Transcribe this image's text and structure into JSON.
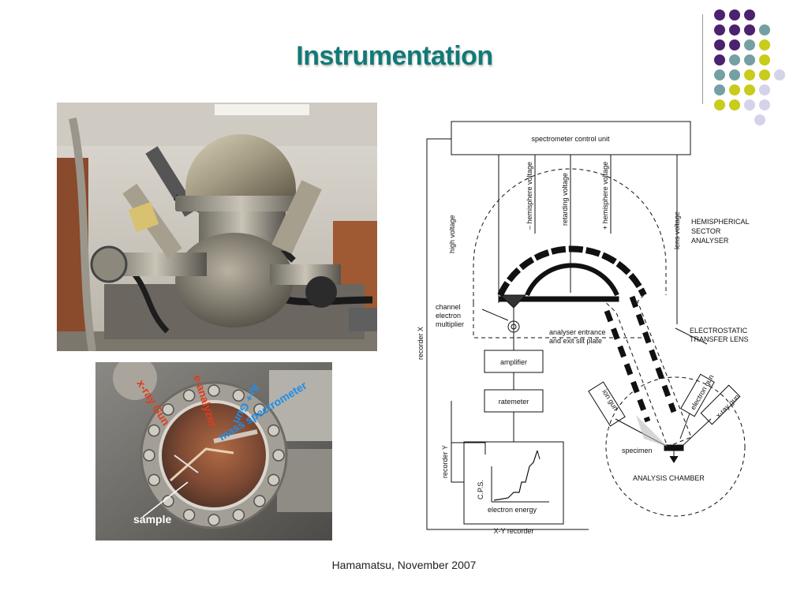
{
  "slide": {
    "title": "Instrumentation",
    "footer": "Hamamatsu, November 2007"
  },
  "decor": {
    "palette": {
      "purple": "#4b2170",
      "teal": "#74a0a3",
      "yellow": "#c8cc1a",
      "lavender": "#d4d3ea"
    },
    "dot_rows": [
      [
        "purple",
        "purple",
        "purple"
      ],
      [
        "purple",
        "purple",
        "purple",
        "teal"
      ],
      [
        "purple",
        "purple",
        "teal",
        "yellow"
      ],
      [
        "purple",
        "teal",
        "teal",
        "yellow"
      ],
      [
        "teal",
        "teal",
        "yellow",
        "yellow",
        "lavender"
      ],
      [
        "teal",
        "yellow",
        "yellow",
        "lavender"
      ],
      [
        "yellow",
        "yellow",
        "lavender",
        "lavender"
      ],
      [
        "lavender"
      ]
    ]
  },
  "photo_bottom": {
    "labels": {
      "xray_gun": "x-ray Gun",
      "e_analyzer": "e-analyzer",
      "ar_gun": "Ar+ Gun",
      "mass_spec": "mass spectrometer",
      "sample": "sample"
    }
  },
  "diagram": {
    "control_unit": "spectrometer control unit",
    "hemisphere_voltage_minus": "– hemisphere voltage",
    "retarding_voltage": "retarding voltage",
    "hemisphere_voltage_plus": "+ hemisphere voltage",
    "high_voltage": "high voltage",
    "lens_voltage": "lens voltage",
    "hsa_line1": "HEMISPHERICAL",
    "hsa_line2": "SECTOR",
    "hsa_line3": "ANALYSER",
    "cem_line1": "channel",
    "cem_line2": "electron",
    "cem_line3": "multiplier",
    "slit_line1": "analyser entrance",
    "slit_line2": "and exit slit plate",
    "etl_line1": "ELECTROSTATIC",
    "etl_line2": "TRANSFER LENS",
    "recorder_x": "recorder X",
    "recorder_y": "recorder Y",
    "amplifier": "amplifier",
    "ratemeter": "ratemeter",
    "ion_gun": "ion gun",
    "electron_gun": "electron gun",
    "xray_gun": "x-ray gun",
    "specimen": "specimen",
    "chamber": "ANALYSIS CHAMBER",
    "cps": "C.P.S.",
    "electron_energy": "electron energy",
    "xy_recorder": "X-Y recorder"
  }
}
